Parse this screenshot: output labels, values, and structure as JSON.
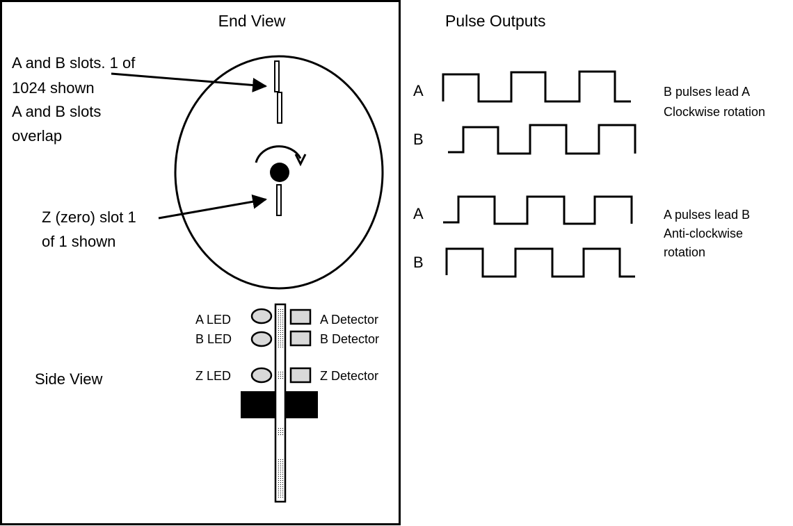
{
  "end_view": {
    "title": "End View",
    "annotation_ab": [
      "A and B slots. 1 of",
      "1024 shown",
      "A and B slots",
      "overlap"
    ],
    "annotation_z": [
      "Z (zero) slot 1",
      "of 1 shown"
    ]
  },
  "side_view": {
    "title": "Side View",
    "labels": {
      "a_led": "A LED",
      "b_led": "B LED",
      "z_led": "Z LED",
      "a_detector": "A Detector",
      "b_detector": "B Detector",
      "z_detector": "Z Detector"
    }
  },
  "pulse_outputs": {
    "title": "Pulse Outputs",
    "clockwise": {
      "label_a": "A",
      "label_b": "B",
      "note": [
        "B pulses lead A",
        "Clockwise rotation"
      ]
    },
    "anticlockwise": {
      "label_a": "A",
      "label_b": "B",
      "note": [
        "A pulses lead B",
        "Anti-clockwise",
        "rotation"
      ]
    }
  },
  "colors": {
    "stroke": "#000000",
    "led_fill": "#d9d9d9",
    "detector_fill": "#d9d9d9",
    "hub_fill": "#000000",
    "background": "#ffffff"
  }
}
